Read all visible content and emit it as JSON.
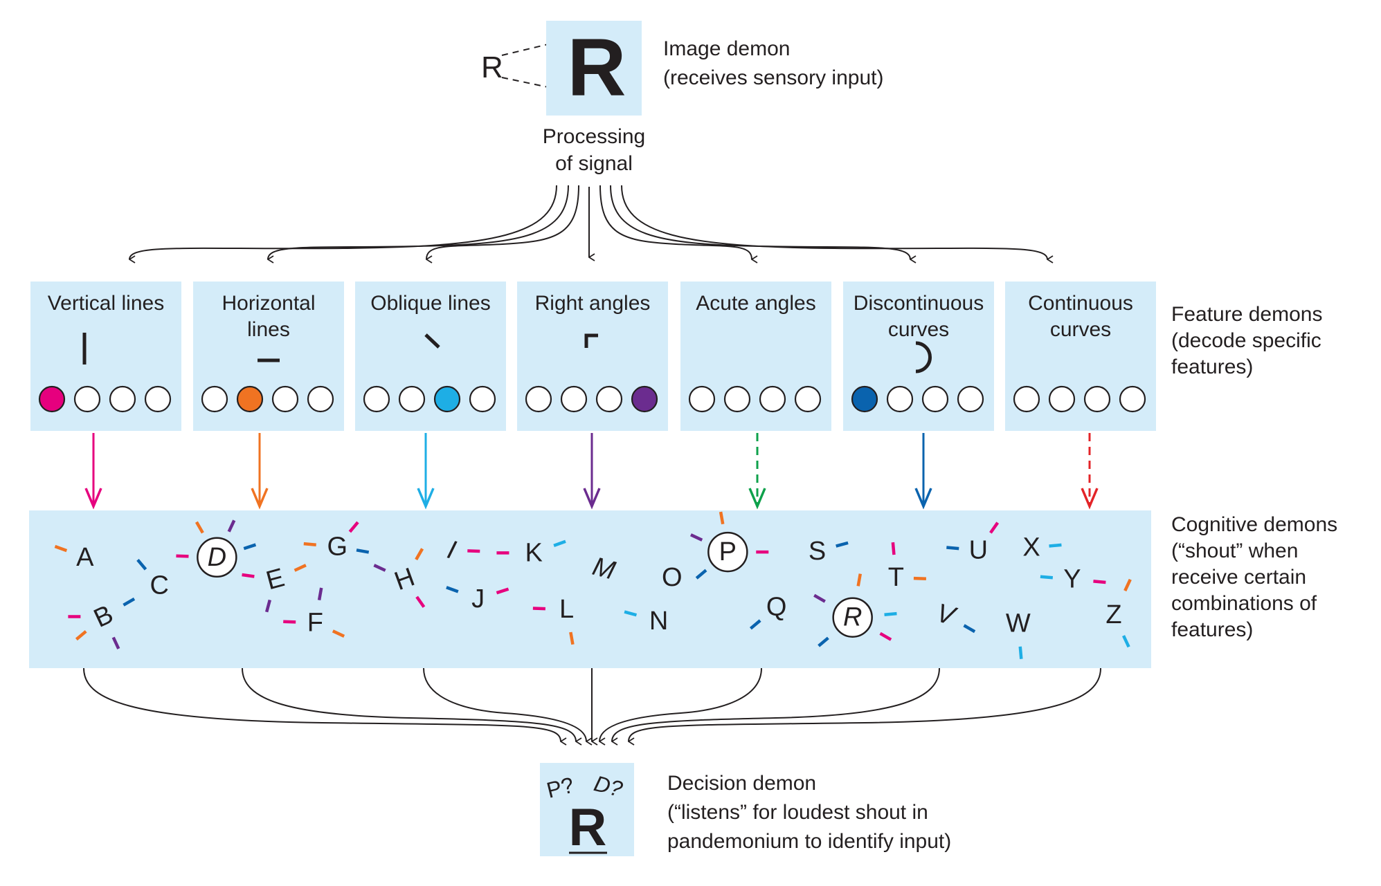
{
  "image_demon": {
    "stimulus_letter": "R",
    "box_letter": "R",
    "label_line1": "Image demon",
    "label_line2": "(receives sensory input)",
    "processing_line1": "Processing",
    "processing_line2": "of signal"
  },
  "feature_demons": {
    "label_lines": [
      "Feature demons",
      "(decode specific",
      "features)"
    ],
    "boxes": [
      {
        "title_lines": [
          "Vertical lines"
        ],
        "glyph": "vertical-line",
        "active_dot": 0,
        "color": "#e6007e",
        "arrow_style": "solid"
      },
      {
        "title_lines": [
          "Horizontal",
          "lines"
        ],
        "glyph": "horizontal-line",
        "active_dot": 1,
        "color": "#f07322",
        "arrow_style": "solid"
      },
      {
        "title_lines": [
          "Oblique lines"
        ],
        "glyph": "oblique-line",
        "active_dot": 2,
        "color": "#1eaee5",
        "arrow_style": "solid"
      },
      {
        "title_lines": [
          "Right angles"
        ],
        "glyph": "right-angle",
        "active_dot": 3,
        "color": "#6b2c8f",
        "arrow_style": "solid"
      },
      {
        "title_lines": [
          "Acute angles"
        ],
        "glyph": "none",
        "active_dot": null,
        "color": "#0ea14b",
        "arrow_style": "dashed"
      },
      {
        "title_lines": [
          "Discontinuous",
          "curves"
        ],
        "glyph": "discontinuous-curve",
        "active_dot": 0,
        "color": "#0a63ae",
        "arrow_style": "solid"
      },
      {
        "title_lines": [
          "Continuous",
          "curves"
        ],
        "glyph": "none",
        "active_dot": null,
        "color": "#e32428",
        "arrow_style": "dashed"
      }
    ]
  },
  "cognitive_demons": {
    "label_lines": [
      "Cognitive demons",
      "(“shout” when",
      "receive certain",
      "combinations of",
      "features)"
    ],
    "letters": [
      {
        "letter": "A",
        "circled": false,
        "spokes": [
          "orange"
        ]
      },
      {
        "letter": "B",
        "circled": false,
        "spokes": [
          "magenta",
          "blue",
          "orange",
          "purple"
        ]
      },
      {
        "letter": "C",
        "circled": false,
        "spokes": [
          "blue"
        ]
      },
      {
        "letter": "D",
        "circled": true,
        "spokes": [
          "orange",
          "purple",
          "magenta",
          "blue"
        ]
      },
      {
        "letter": "E",
        "circled": false,
        "spokes": [
          "orange",
          "magenta",
          "purple"
        ]
      },
      {
        "letter": "F",
        "circled": false,
        "spokes": [
          "purple",
          "magenta",
          "orange"
        ]
      },
      {
        "letter": "G",
        "circled": false,
        "spokes": [
          "orange",
          "magenta",
          "blue"
        ]
      },
      {
        "letter": "H",
        "circled": false,
        "spokes": [
          "orange",
          "purple",
          "magenta"
        ]
      },
      {
        "letter": "I",
        "circled": false,
        "spokes": [
          "magenta"
        ]
      },
      {
        "letter": "J",
        "circled": false,
        "spokes": [
          "blue",
          "magenta"
        ]
      },
      {
        "letter": "K",
        "circled": false,
        "spokes": [
          "magenta",
          "cyan"
        ]
      },
      {
        "letter": "L",
        "circled": false,
        "spokes": [
          "magenta",
          "orange"
        ]
      },
      {
        "letter": "M",
        "circled": false,
        "spokes": []
      },
      {
        "letter": "N",
        "circled": false,
        "spokes": [
          "cyan"
        ]
      },
      {
        "letter": "O",
        "circled": false,
        "spokes": []
      },
      {
        "letter": "P",
        "circled": true,
        "spokes": [
          "orange",
          "purple",
          "magenta",
          "blue"
        ]
      },
      {
        "letter": "Q",
        "circled": false,
        "spokes": [
          "blue"
        ]
      },
      {
        "letter": "R",
        "circled": true,
        "spokes": [
          "orange",
          "purple",
          "cyan",
          "blue",
          "magenta"
        ]
      },
      {
        "letter": "S",
        "circled": false,
        "spokes": [
          "blue"
        ]
      },
      {
        "letter": "T",
        "circled": false,
        "spokes": [
          "magenta",
          "orange"
        ]
      },
      {
        "letter": "U",
        "circled": false,
        "spokes": [
          "blue",
          "magenta"
        ]
      },
      {
        "letter": "V",
        "circled": false,
        "spokes": [
          "blue"
        ]
      },
      {
        "letter": "W",
        "circled": false,
        "spokes": [
          "cyan"
        ]
      },
      {
        "letter": "X",
        "circled": false,
        "spokes": [
          "cyan"
        ]
      },
      {
        "letter": "Y",
        "circled": false,
        "spokes": [
          "cyan",
          "magenta"
        ]
      },
      {
        "letter": "Z",
        "circled": false,
        "spokes": [
          "orange",
          "cyan"
        ]
      }
    ]
  },
  "decision_demon": {
    "guess_1": "P?",
    "guess_2": "D?",
    "answer": "R",
    "label_lines": [
      "Decision demon",
      "(“listens” for loudest shout in",
      "pandemonium to identify input)"
    ]
  },
  "colors": {
    "panel": "#d4ecf9",
    "text": "#231f20",
    "magenta": "#e6007e",
    "orange": "#f07322",
    "cyan": "#1eaee5",
    "purple": "#6b2c8f",
    "blue": "#0a63ae",
    "green": "#0ea14b",
    "red": "#e32428"
  }
}
